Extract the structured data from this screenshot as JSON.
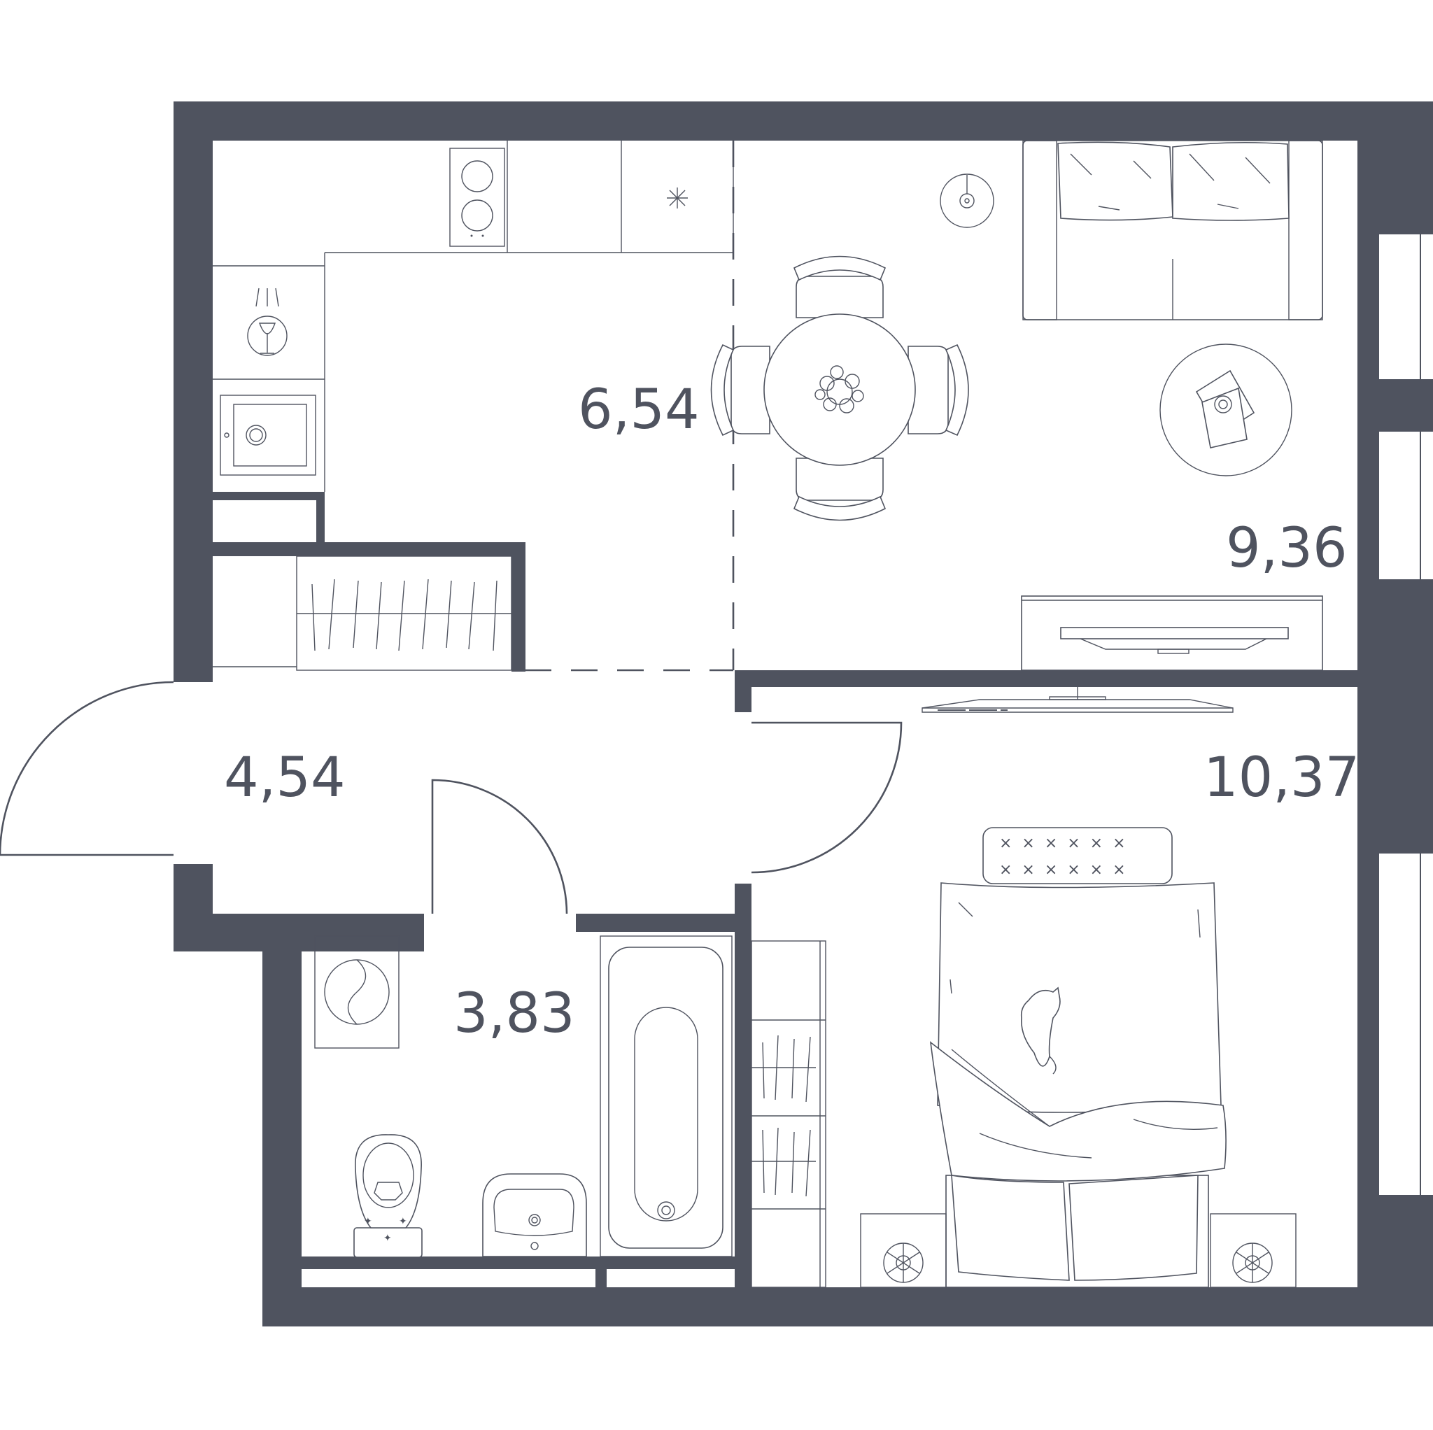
{
  "rooms": [
    {
      "id": "kitchen",
      "area": "6,54"
    },
    {
      "id": "living",
      "area": "9,36"
    },
    {
      "id": "hall",
      "area": "4,54"
    },
    {
      "id": "bedroom",
      "area": "10,37"
    },
    {
      "id": "bathroom",
      "area": "3,83"
    }
  ],
  "colors": {
    "wall": "#4f535f",
    "background": "#ffffff"
  }
}
